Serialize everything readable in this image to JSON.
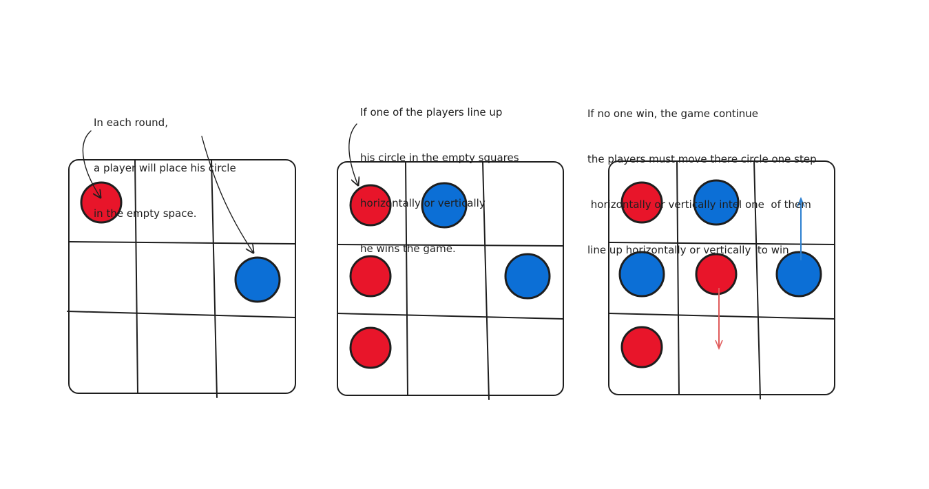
{
  "colors": {
    "red": "#e8152a",
    "blue": "#0c6fd6",
    "ink": "#1e1e1e",
    "red_arrow": "#e05a5a",
    "blue_arrow": "#2b7fd0"
  },
  "notes": {
    "step1": [
      "In each round,",
      "a player will place his circle",
      "in the empty space."
    ],
    "step2": [
      "If one of the players line up",
      "his circle in the empty squares",
      "horizontally or vertically",
      "he wins the game."
    ],
    "step3": [
      "If no one win, the game continue",
      "the players must move there circle one step",
      " horizontally or vertically intel one  of them",
      "line up horizontally or vertically  to win"
    ]
  },
  "boards": [
    {
      "name": "placement",
      "pieces": [
        {
          "row": 0,
          "col": 0,
          "color": "red"
        },
        {
          "row": 1,
          "col": 2,
          "color": "blue"
        }
      ]
    },
    {
      "name": "win",
      "pieces": [
        {
          "row": 0,
          "col": 0,
          "color": "red"
        },
        {
          "row": 0,
          "col": 1,
          "color": "blue"
        },
        {
          "row": 1,
          "col": 0,
          "color": "red"
        },
        {
          "row": 1,
          "col": 2,
          "color": "blue"
        },
        {
          "row": 2,
          "col": 0,
          "color": "red"
        }
      ]
    },
    {
      "name": "movement",
      "pieces": [
        {
          "row": 0,
          "col": 0,
          "color": "red"
        },
        {
          "row": 0,
          "col": 1,
          "color": "blue"
        },
        {
          "row": 1,
          "col": 0,
          "color": "blue"
        },
        {
          "row": 1,
          "col": 1,
          "color": "red"
        },
        {
          "row": 1,
          "col": 2,
          "color": "blue"
        },
        {
          "row": 2,
          "col": 0,
          "color": "red"
        }
      ],
      "moves": [
        {
          "from_row": 1,
          "from_col": 1,
          "direction": "down",
          "color": "red"
        },
        {
          "from_row": 1,
          "from_col": 2,
          "direction": "up",
          "color": "blue"
        }
      ]
    }
  ]
}
